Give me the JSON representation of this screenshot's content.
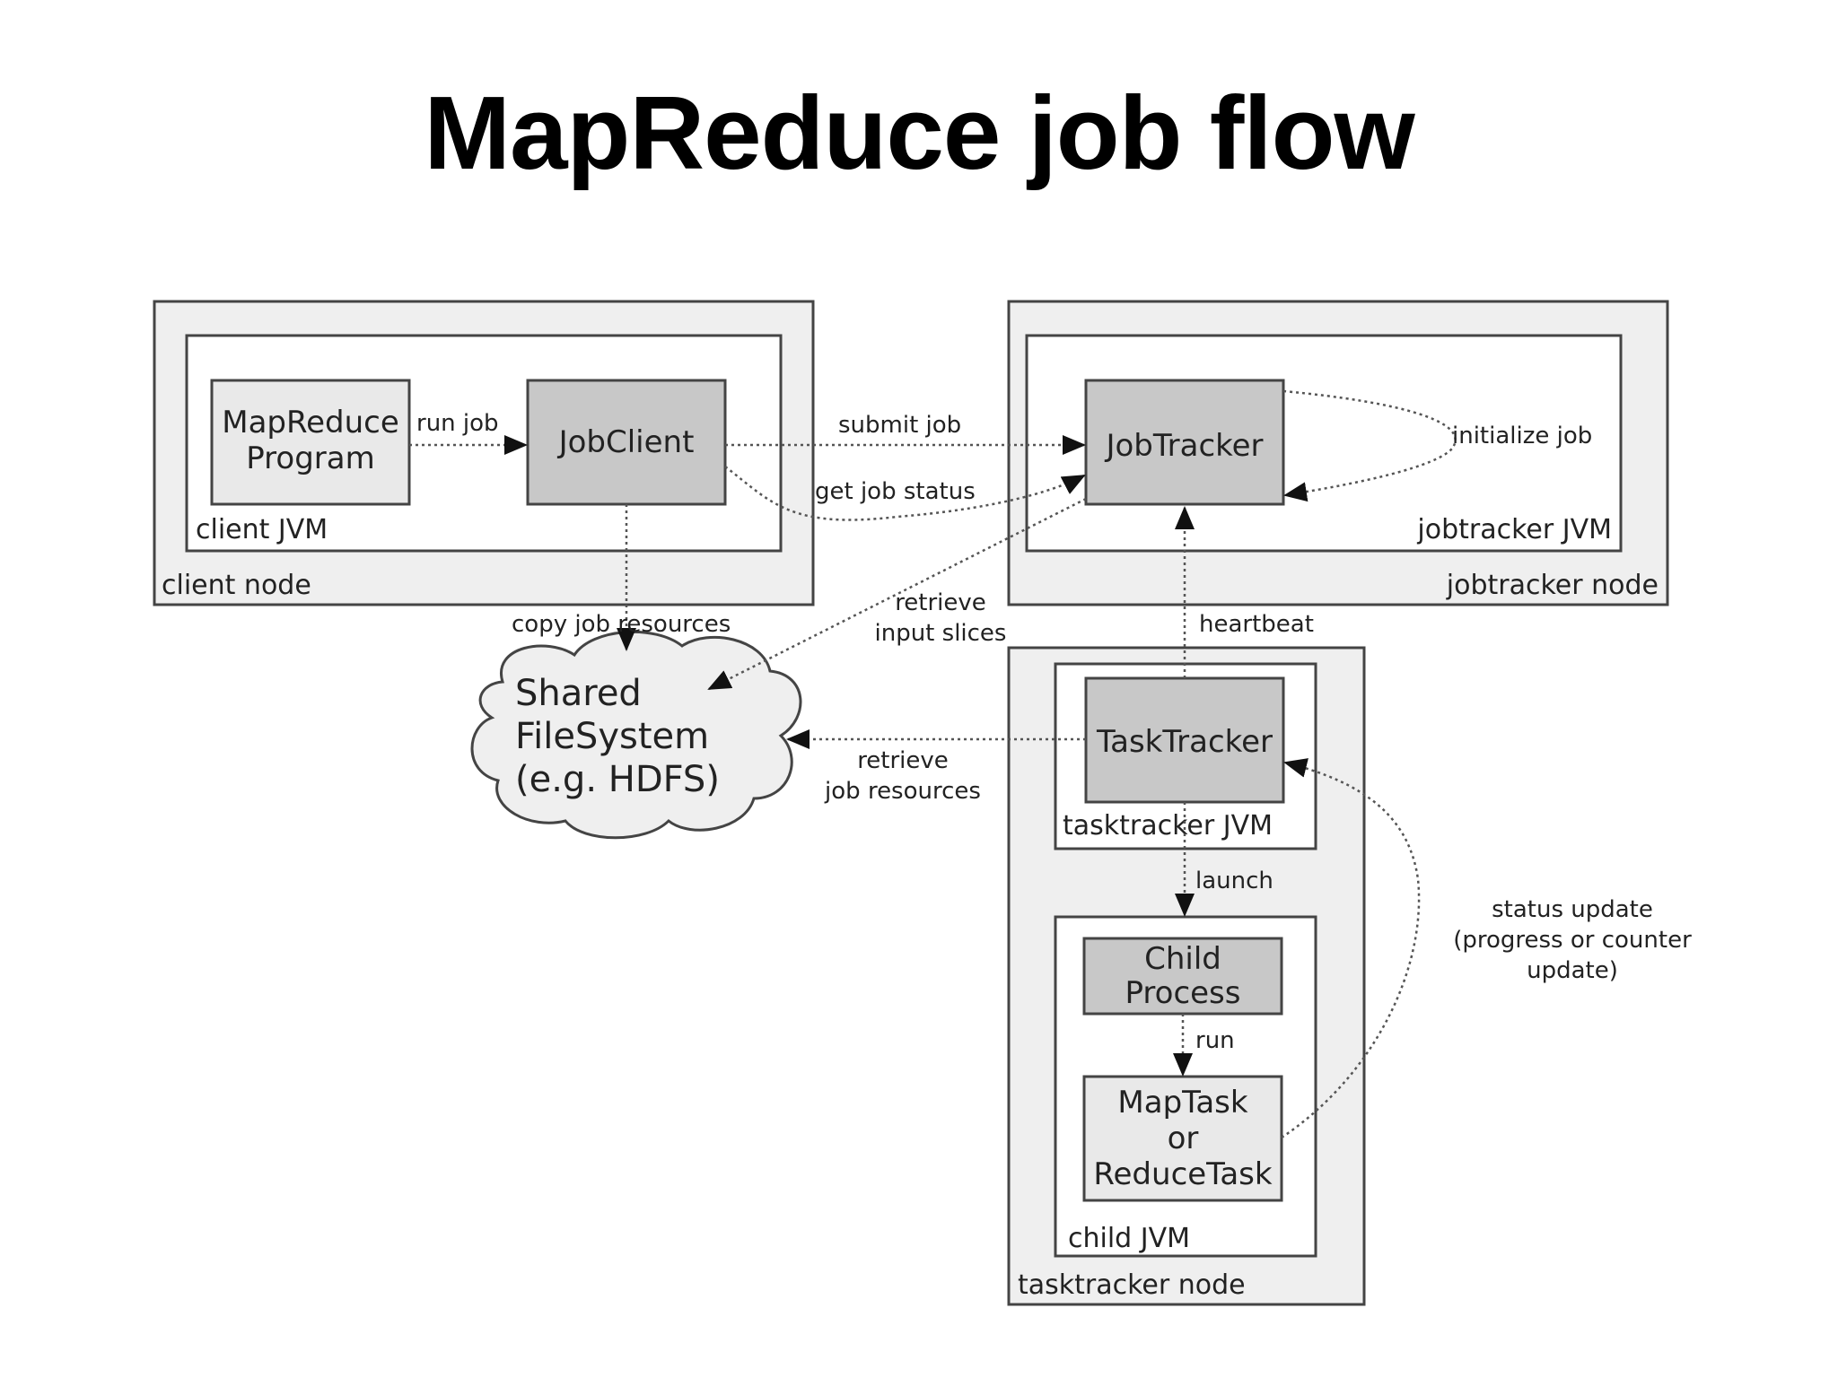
{
  "title": "MapReduce job flow",
  "colors": {
    "node_fill": "#efefef",
    "box_stroke": "#444444",
    "active_box_fill": "#c8c8c8",
    "plain_box_fill": "#e9e9e9",
    "arrow": "#333333"
  },
  "containers": {
    "client_node": "client node",
    "client_jvm": "client JVM",
    "jobtracker_node": "jobtracker node",
    "jobtracker_jvm": "jobtracker JVM",
    "tasktracker_node": "tasktracker node",
    "tasktracker_jvm": "tasktracker JVM",
    "child_jvm": "child JVM"
  },
  "components": {
    "mapreduce_program": [
      "MapReduce",
      "Program"
    ],
    "jobclient": "JobClient",
    "jobtracker": "JobTracker",
    "tasktracker": "TaskTracker",
    "child_process": [
      "Child",
      "Process"
    ],
    "task": [
      "MapTask",
      "or",
      "ReduceTask"
    ],
    "shared_fs": [
      "Shared",
      "FileSystem",
      "(e.g. HDFS)"
    ]
  },
  "edges": {
    "run_job": "run job",
    "submit_job": "submit job",
    "get_job_status": "get job status",
    "initialize_job": "initialize job",
    "copy_job_resources": "copy job resources",
    "retrieve_input_slices": [
      "retrieve",
      "input slices"
    ],
    "heartbeat": "heartbeat",
    "retrieve_job_resources": [
      "retrieve",
      "job resources"
    ],
    "launch": "launch",
    "run": "run",
    "status_update": [
      "status update",
      "(progress or counter",
      "update)"
    ]
  }
}
